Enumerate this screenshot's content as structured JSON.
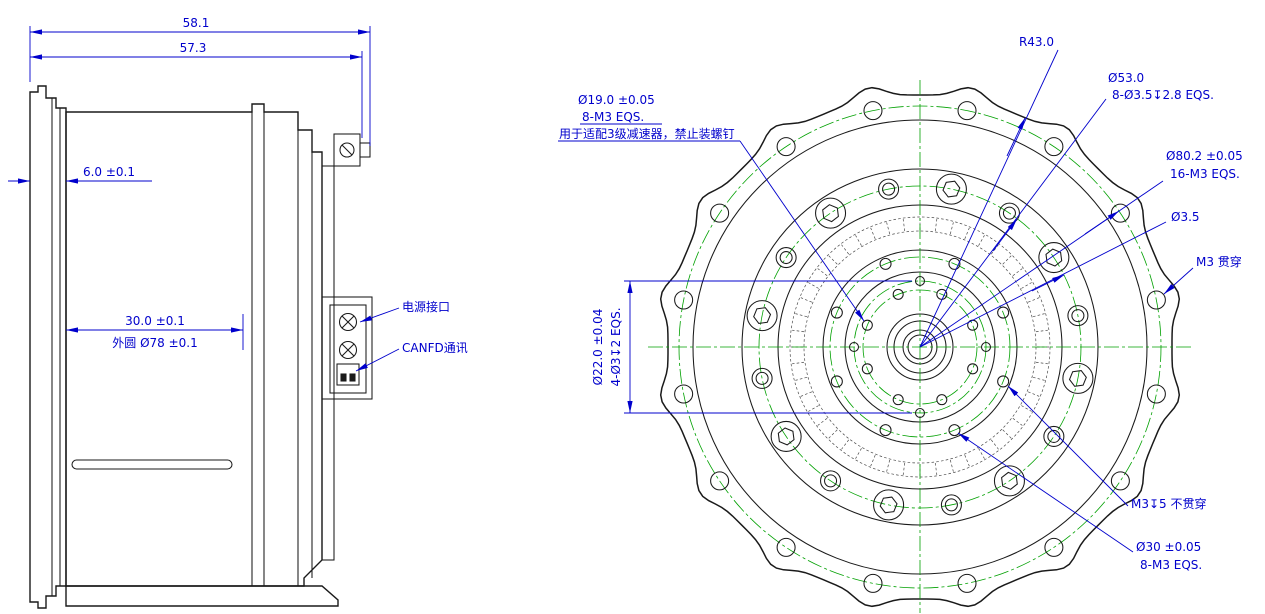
{
  "side_view": {
    "dims": {
      "total_width": "58.1",
      "body_width": "57.3",
      "flange_thickness": "6.0 ±0.1",
      "mount_depth": "30.0 ±0.1",
      "outer_circle": "外圆 Ø78 ±0.1"
    },
    "labels": {
      "power_port": "电源接口",
      "canfd_port": "CANFD通讯"
    }
  },
  "front_view": {
    "dims": {
      "radius_r43": "R43.0",
      "d53": "Ø53.0",
      "d53_holes": "8-Ø3.5↧2.8 EQS.",
      "d19": "Ø19.0 ±0.05",
      "d19_holes": "8-M3 EQS.",
      "d19_note": "用于适配3级减速器，禁止装螺钉",
      "d80": "Ø80.2 ±0.05",
      "d80_holes": "16-M3 EQS.",
      "d35": "Ø3.5",
      "m3_through": "M3 贯穿",
      "d22": "Ø22.0 ±0.04",
      "d22_holes": "4-Ø3↧2 EQS.",
      "m3_blind": "M3↧5 不贯穿",
      "d30": "Ø30 ±0.05",
      "d30_holes": "8-M3 EQS."
    },
    "colors": {
      "dimension_blue": "#0000cc",
      "centerline_green": "#00a000",
      "outline_black": "#1a1a1a"
    }
  }
}
